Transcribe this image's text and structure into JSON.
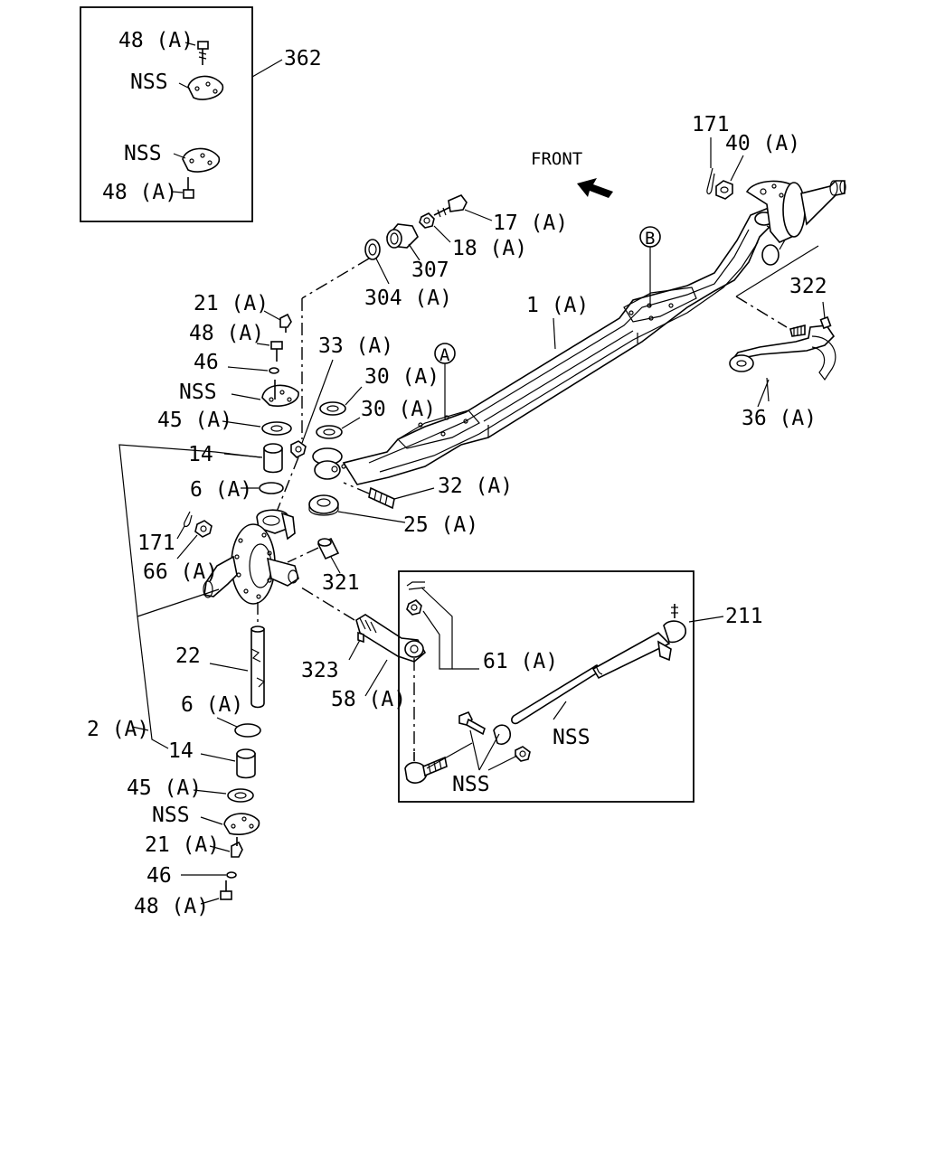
{
  "front_label": "FRONT",
  "callouts": {
    "kit362": "362",
    "kit362_bolt_top": "48 (A)",
    "kit362_plate_top": "NSS",
    "kit362_plate_bottom": "NSS",
    "kit362_bolt_bottom": "48 (A)",
    "c171_top": "171",
    "c40": "40 (A)",
    "c17": "17 (A)",
    "c18": "18 (A)",
    "c307": "307",
    "c304": "304 (A)",
    "c1": "1 (A)",
    "marker_b": "B",
    "marker_a": "A",
    "c322": "322",
    "c36": "36 (A)",
    "c21_top": "21 (A)",
    "c48_top": "48 (A)",
    "c46_top": "46",
    "nss_top": "NSS",
    "c45_top": "45 (A)",
    "c33": "33 (A)",
    "c30_a": "30 (A)",
    "c30_b": "30 (A)",
    "c14_top": "14",
    "c6_top": "6 (A)",
    "c32": "32 (A)",
    "c25": "25 (A)",
    "c171_left": "171",
    "c66": "66 (A)",
    "c321": "321",
    "c22": "22",
    "c323": "323",
    "c58": "58 (A)",
    "c6_bottom": "6 (A)",
    "c2": "2 (A)",
    "c14_bottom": "14",
    "c45_bottom": "45 (A)",
    "nss_bottom": "NSS",
    "c21_bottom": "21 (A)",
    "c46_bottom": "46",
    "c48_bottom": "48 (A)",
    "c211": "211",
    "c61": "61 (A)",
    "nss_tierod": "NSS",
    "nss_clamp": "NSS"
  }
}
